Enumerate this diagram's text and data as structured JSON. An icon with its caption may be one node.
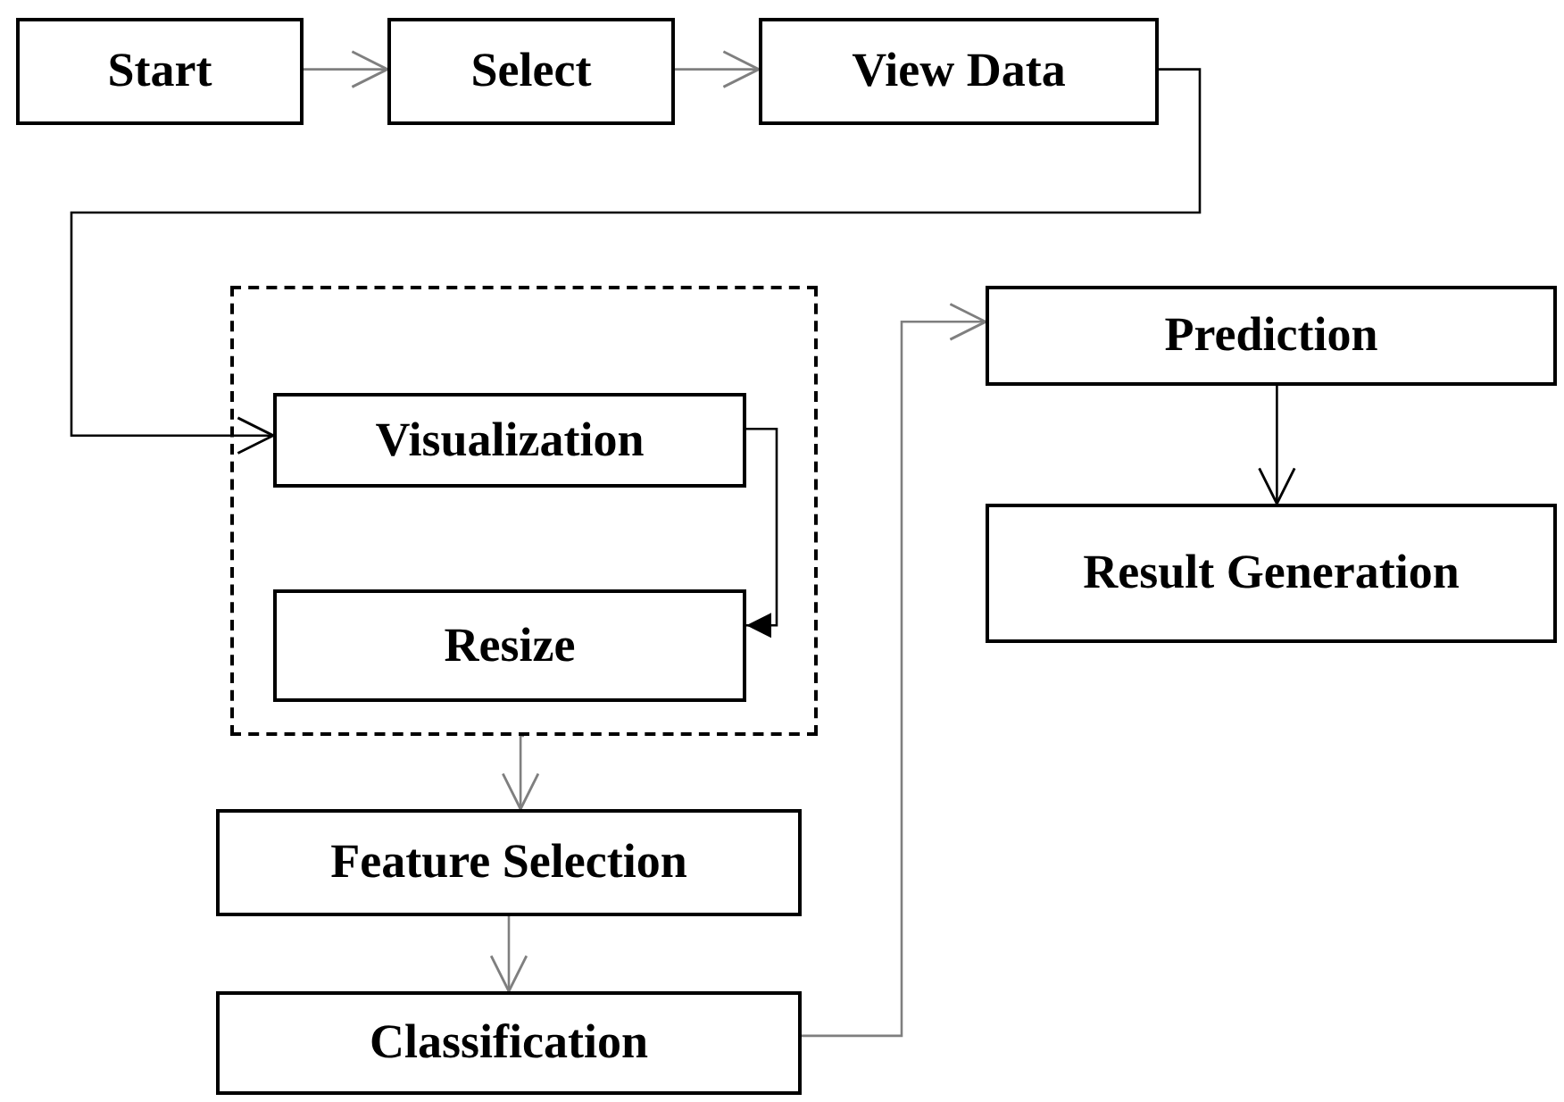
{
  "diagram": {
    "nodes": [
      {
        "text": [
          "Start"
        ]
      },
      {
        "text": [
          "Select"
        ]
      },
      {
        "text": [
          "View Data"
        ]
      },
      {
        "text": [],
        "shape": "box"
      },
      {
        "text": [
          "Visualization"
        ],
        "in": 3
      },
      {
        "text": [
          "Resize"
        ],
        "in": 3
      },
      {
        "text": [
          "Feature Selection"
        ]
      },
      {
        "text": [
          "Classification"
        ]
      },
      {
        "text": [
          "Prediction"
        ]
      },
      {
        "text": [
          "Result Generation"
        ]
      }
    ],
    "edges": [
      {
        "from": 0,
        "to": 1,
        "arrow": "to"
      },
      {
        "from": 1,
        "to": 2,
        "arrow": "to"
      },
      {
        "from": 2,
        "to": 4,
        "arrow": "to",
        "color": "#000000"
      },
      {
        "from": 4,
        "to": 5,
        "arrow": "to",
        "color": "#000000"
      },
      {
        "from": 3,
        "to": 6,
        "arrow": "to"
      },
      {
        "from": 6,
        "to": 7,
        "arrow": "to"
      },
      {
        "from": 7,
        "to": 8,
        "arrow": "to"
      },
      {
        "from": 8,
        "to": 9,
        "arrow": "to",
        "color": "#000000"
      }
    ]
  }
}
